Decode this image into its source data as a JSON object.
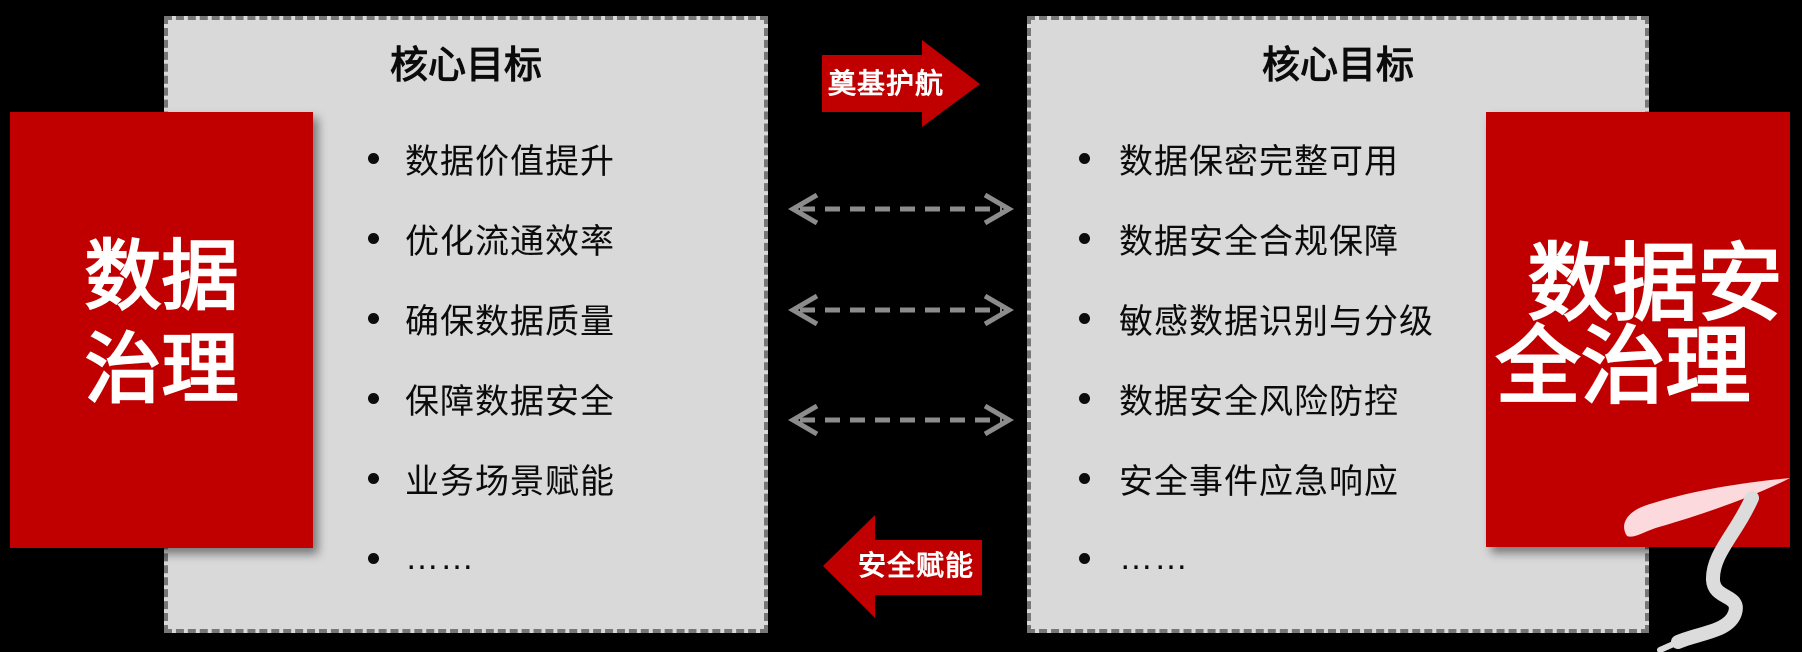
{
  "colors": {
    "background": "#000000",
    "red": "#C00000",
    "panel_bg": "#D9D9D9",
    "panel_border": "#777777",
    "arrow_gray": "#8C8C8C",
    "text_dark": "#0B0B0B",
    "text_white": "#FFFFFF",
    "brush_pink": "#FBD9DC",
    "brush_gray": "#DCDCDC"
  },
  "left_box": {
    "title_lines": [
      "数据",
      "治理"
    ]
  },
  "right_box": {
    "title_lines": [
      "数据安",
      "全治理"
    ]
  },
  "left_panel": {
    "heading": "核心目标",
    "items": [
      "数据价值提升",
      "优化流通效率",
      "确保数据质量",
      "保障数据安全",
      "业务场景赋能",
      "……"
    ]
  },
  "right_panel": {
    "heading": "核心目标",
    "items": [
      "数据保密完整可用",
      "数据安全合规保障",
      "敏感数据识别与分级",
      "数据安全风险防控",
      "安全事件应急响应",
      "……"
    ]
  },
  "arrows": {
    "top_label": "奠基护航",
    "bottom_label": "安全赋能"
  }
}
